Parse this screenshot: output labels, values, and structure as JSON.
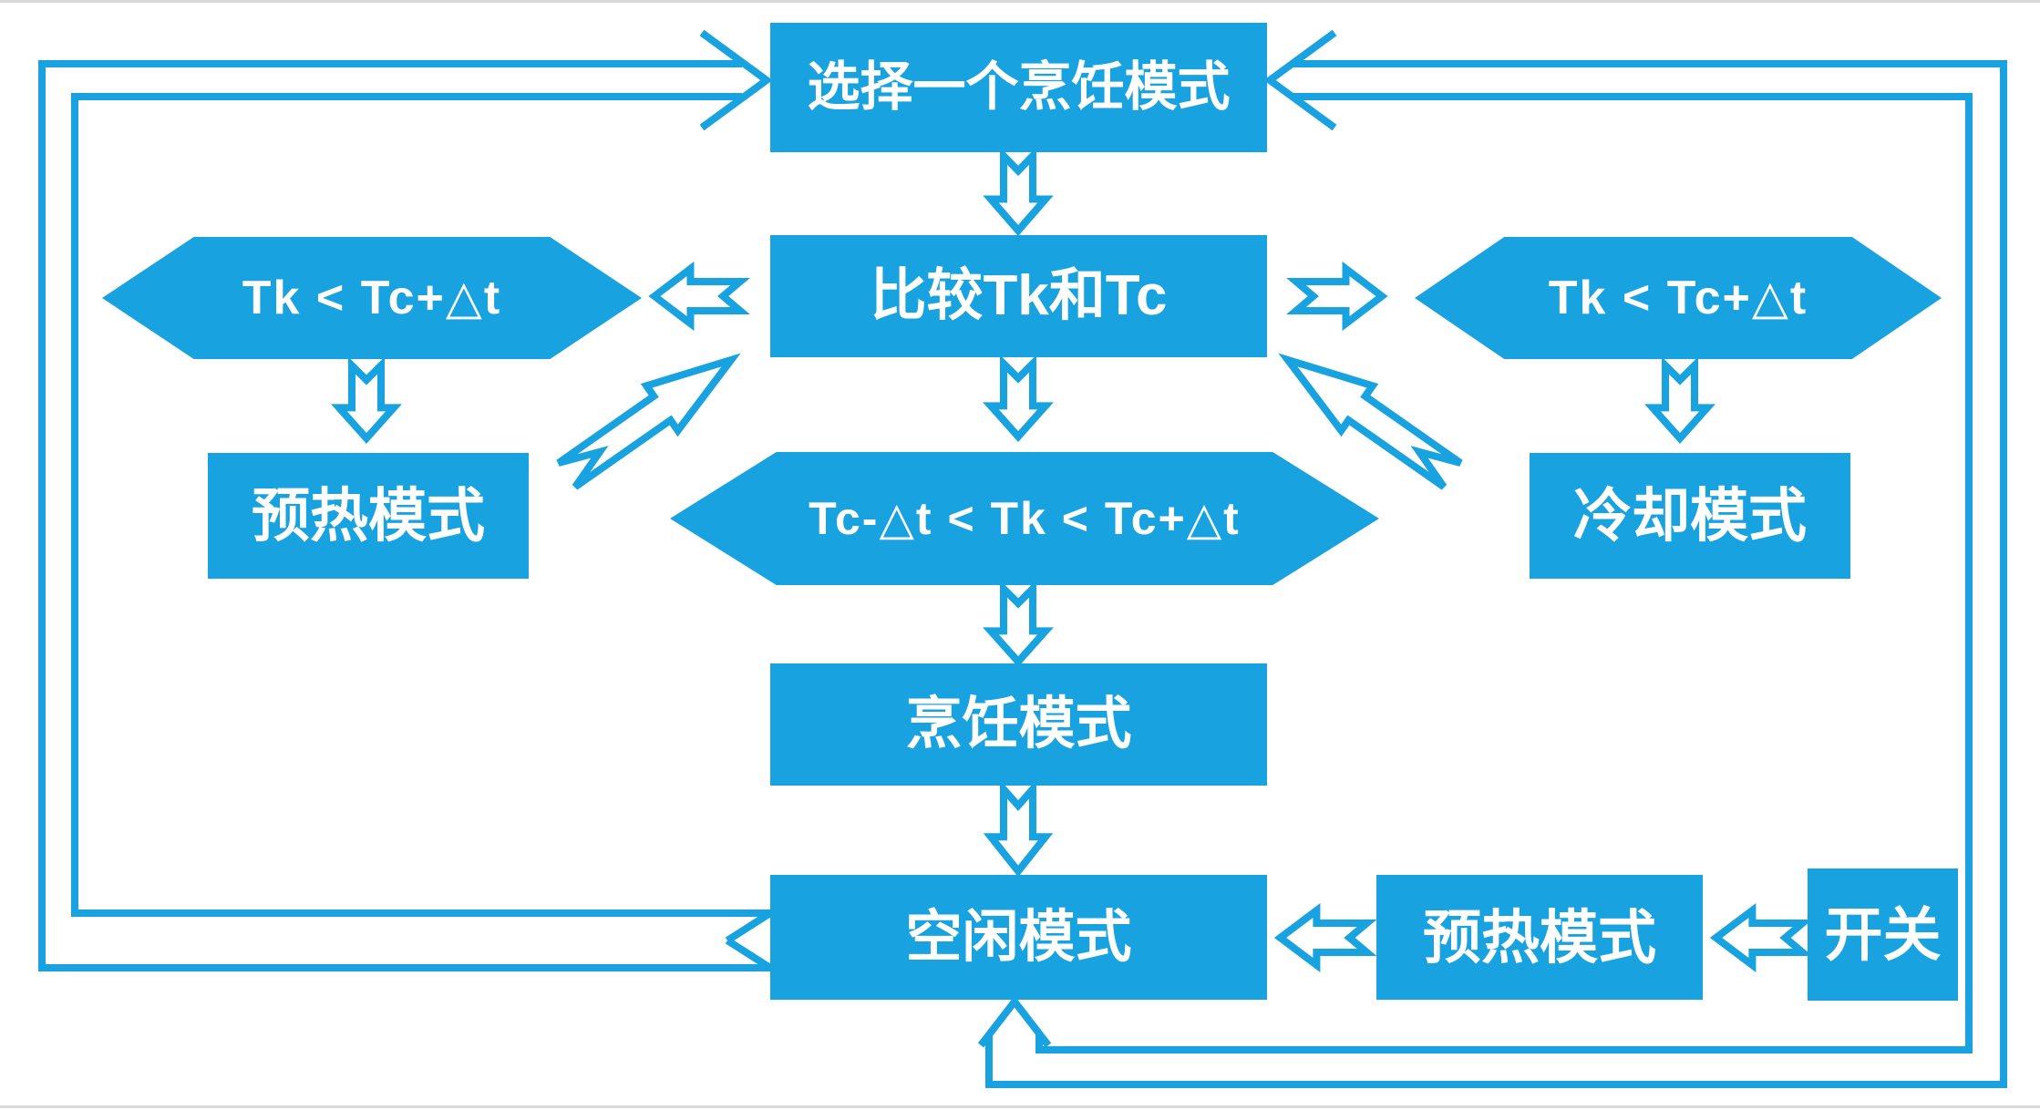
{
  "colors": {
    "accent": "#18a2e0",
    "node_text": "#ffffff",
    "background": "#ffffff",
    "frame_line": "#d9d9d9"
  },
  "diagram": {
    "nodes": {
      "select_mode": {
        "label": "选择一个烹饪模式"
      },
      "compare": {
        "label": "比较Tk和Tc"
      },
      "cond_left": {
        "label": "Tk < Tc+△t"
      },
      "cond_right": {
        "label": "Tk < Tc+△t"
      },
      "preheat_left": {
        "label": "预热模式"
      },
      "cond_center": {
        "label": "Tc-△t < Tk < Tc+△t"
      },
      "cooling": {
        "label": "冷却模式"
      },
      "cooking": {
        "label": "烹饪模式"
      },
      "idle": {
        "label": "空闲模式"
      },
      "preheat_bottom": {
        "label": "预热模式"
      },
      "switch": {
        "label": "开关"
      }
    },
    "edges": [
      {
        "from": "idle",
        "to": "select_mode",
        "via": "left-outer-loop"
      },
      {
        "from": "select_mode",
        "to": "compare",
        "direction": "down"
      },
      {
        "from": "compare",
        "to": "cond_left",
        "direction": "left"
      },
      {
        "from": "compare",
        "to": "cond_right",
        "direction": "right"
      },
      {
        "from": "compare",
        "to": "cond_center",
        "direction": "down"
      },
      {
        "from": "cond_left",
        "to": "preheat_left",
        "direction": "down"
      },
      {
        "from": "cond_right",
        "to": "cooling",
        "direction": "down"
      },
      {
        "from": "preheat_left",
        "to": "compare",
        "direction": "diagonal-up-right"
      },
      {
        "from": "cooling",
        "to": "compare",
        "direction": "diagonal-up-left"
      },
      {
        "from": "cond_center",
        "to": "cooking",
        "direction": "down"
      },
      {
        "from": "cooking",
        "to": "idle",
        "direction": "down"
      },
      {
        "from": "switch",
        "to": "preheat_bottom",
        "direction": "left"
      },
      {
        "from": "preheat_bottom",
        "to": "idle",
        "direction": "left"
      },
      {
        "from": "select_mode",
        "to": "idle",
        "via": "right-outer-loop",
        "double_headed": true
      }
    ]
  }
}
